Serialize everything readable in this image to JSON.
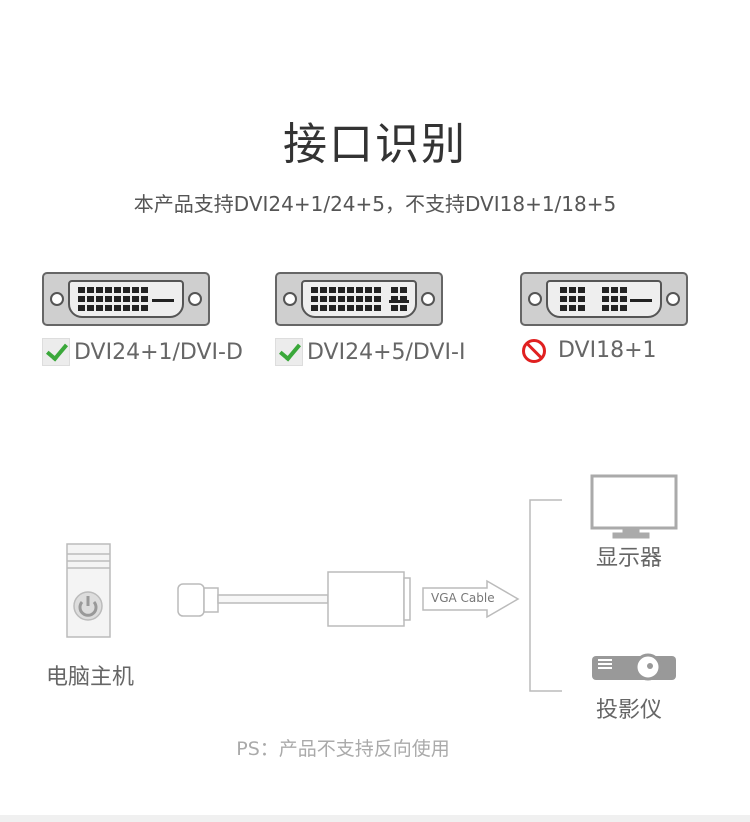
{
  "title": "接口识别",
  "subtitle": "本产品支持DVI24+1/24+5，不支持DVI18+1/18+5",
  "connectors": [
    {
      "label": "DVI24+1/DVI-D",
      "status": "supported",
      "icon": "check-icon"
    },
    {
      "label": "DVI24+5/DVI-I",
      "status": "supported",
      "icon": "check-icon"
    },
    {
      "label": "DVI18+1",
      "status": "unsupported",
      "icon": "prohibited-icon"
    }
  ],
  "diagram": {
    "source": "电脑主机",
    "cable_label": "VGA Cable",
    "targets": [
      "显示器",
      "投影仪"
    ]
  },
  "note": "PS：产品不支持反向使用",
  "colors": {
    "check": "#3aa83a",
    "prohibited": "#e02020",
    "line": "#bbbbbb"
  }
}
